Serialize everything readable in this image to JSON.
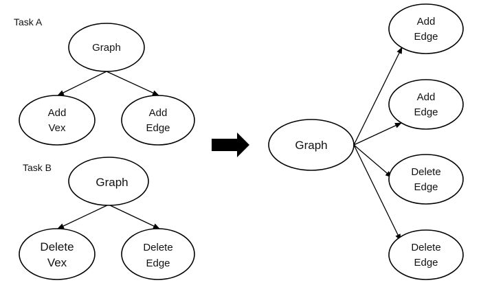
{
  "task_a": {
    "label": "Task A",
    "root": "Graph",
    "children": [
      {
        "line1": "Add",
        "line2": "Vex"
      },
      {
        "line1": "Add",
        "line2": "Edge"
      }
    ]
  },
  "task_b": {
    "label": "Task B",
    "root": "Graph",
    "children": [
      {
        "line1": "Delete",
        "line2": "Vex"
      },
      {
        "line1": "Delete",
        "line2": "Edge"
      }
    ]
  },
  "merged": {
    "root": "Graph",
    "children": [
      {
        "line1": "Add",
        "line2": "Edge"
      },
      {
        "line1": "Add",
        "line2": "Edge"
      },
      {
        "line1": "Delete",
        "line2": "Edge"
      },
      {
        "line1": "Delete",
        "line2": "Edge"
      }
    ]
  },
  "colors": {
    "stroke": "#000000",
    "text": "#111111",
    "arrow_fill": "#000000"
  }
}
